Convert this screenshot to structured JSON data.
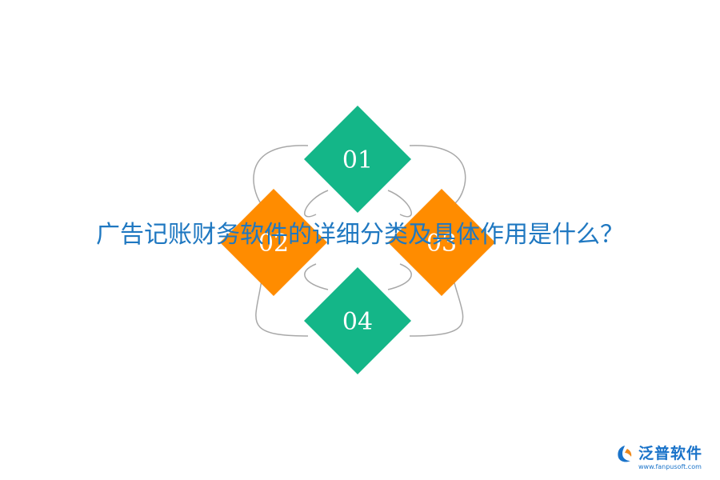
{
  "title": "广告记账财务软件的详细分类及具体作用是什么？",
  "diamonds": [
    {
      "label": "01",
      "color": "#14b688"
    },
    {
      "label": "02",
      "color": "#ff8c00"
    },
    {
      "label": "03",
      "color": "#ff8c00"
    },
    {
      "label": "04",
      "color": "#14b688"
    }
  ],
  "colors": {
    "title": "#1f78c1",
    "connector": "#a8a8a8",
    "logo": "#1a73c9"
  },
  "logo": {
    "name": "泛普软件",
    "url": "www.fanpusoft.com"
  }
}
